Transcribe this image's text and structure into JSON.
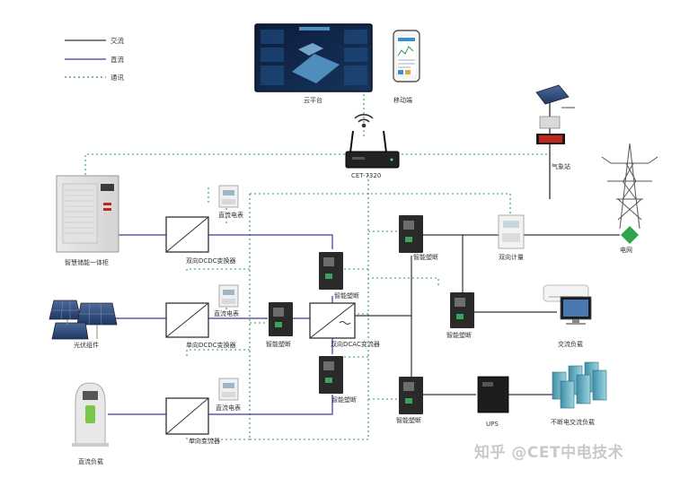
{
  "legend": {
    "ac": "交流",
    "dc": "直流",
    "comm": "通讯"
  },
  "labels": {
    "cloud_platform": "云平台",
    "mobile": "移动端",
    "gateway": "CET-7320",
    "weather_station": "气象站",
    "storage_cabinet": "智慧储能一体柜",
    "pv": "光伏组件",
    "dc_load": "直流负载",
    "grid": "电网",
    "bidir_meter": "双向计量",
    "ac_load": "交流负载",
    "ups": "UPS",
    "ups_load": "不断电交流负载",
    "dc_meter_1": "直流电表",
    "dc_meter_2": "直流电表",
    "dc_meter_3": "直流电表",
    "bidir_dcdc": "双向DCDC变换器",
    "unidir_dcdc": "单向DCDC变换器",
    "unidir_converter": "单向变流器",
    "bidir_dcac": "双向DCAC变流器",
    "breaker_dc_bus": "智能塑断",
    "breaker_upper": "智能塑断",
    "breaker_lower": "智能塑断",
    "breaker_grid": "智能塑断",
    "breaker_ac_load": "智能塑断",
    "breaker_ups": "智能塑断"
  },
  "watermark": "知乎 @CET中电技术",
  "colors": {
    "ac_line": "#333333",
    "dc_line": "#3a3a9c",
    "comm_line": "#2e9a52"
  }
}
